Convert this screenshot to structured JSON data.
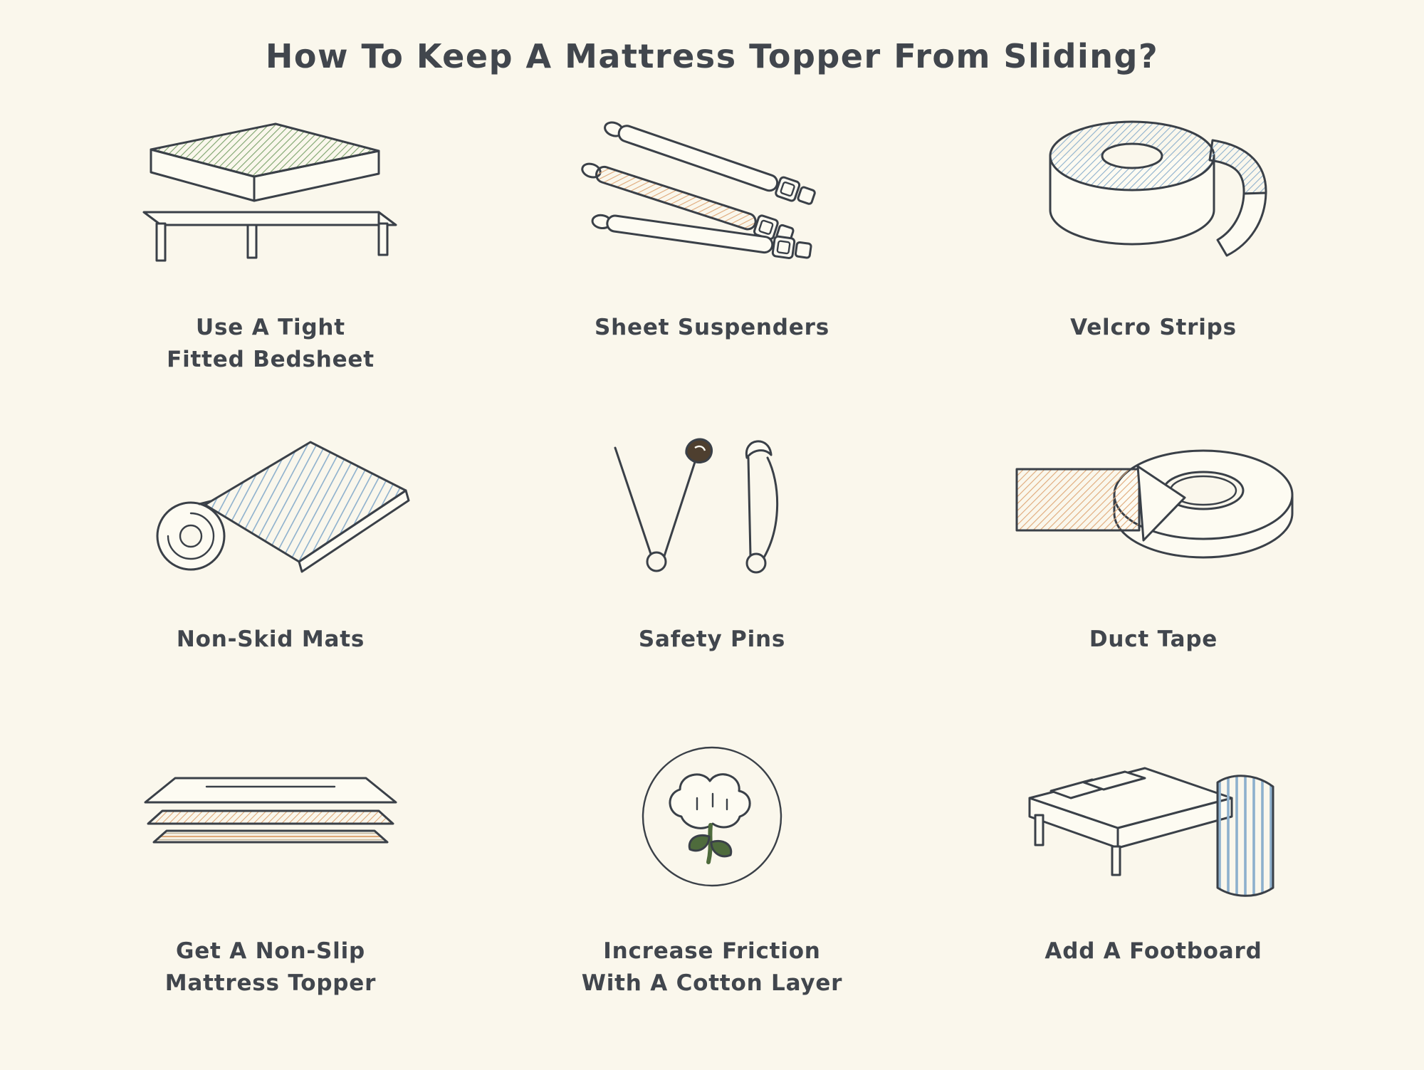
{
  "page": {
    "title": "How To Keep A Mattress Topper From Sliding?",
    "colors": {
      "bg": "#faf7ec",
      "ink": "#3a4048",
      "text": "#41464d",
      "green": "#7ca36c",
      "orange": "#dfa878",
      "blue": "#8db0cd",
      "dark_brown": "#4e3f2f",
      "leaf_green": "#4e6b3c"
    }
  },
  "items": [
    {
      "label": "Use A Tight\nFitted Bedsheet",
      "icon": "fitted-bedsheet-icon"
    },
    {
      "label": "Sheet Suspenders",
      "icon": "sheet-suspenders-icon"
    },
    {
      "label": "Velcro Strips",
      "icon": "velcro-strips-icon"
    },
    {
      "label": "Non-Skid Mats",
      "icon": "non-skid-mats-icon"
    },
    {
      "label": "Safety Pins",
      "icon": "safety-pins-icon"
    },
    {
      "label": "Duct Tape",
      "icon": "duct-tape-icon"
    },
    {
      "label": "Get A Non-Slip\nMattress Topper",
      "icon": "non-slip-topper-icon"
    },
    {
      "label": "Increase Friction\nWith A Cotton Layer",
      "icon": "cotton-layer-icon"
    },
    {
      "label": "Add A Footboard",
      "icon": "footboard-icon"
    }
  ]
}
